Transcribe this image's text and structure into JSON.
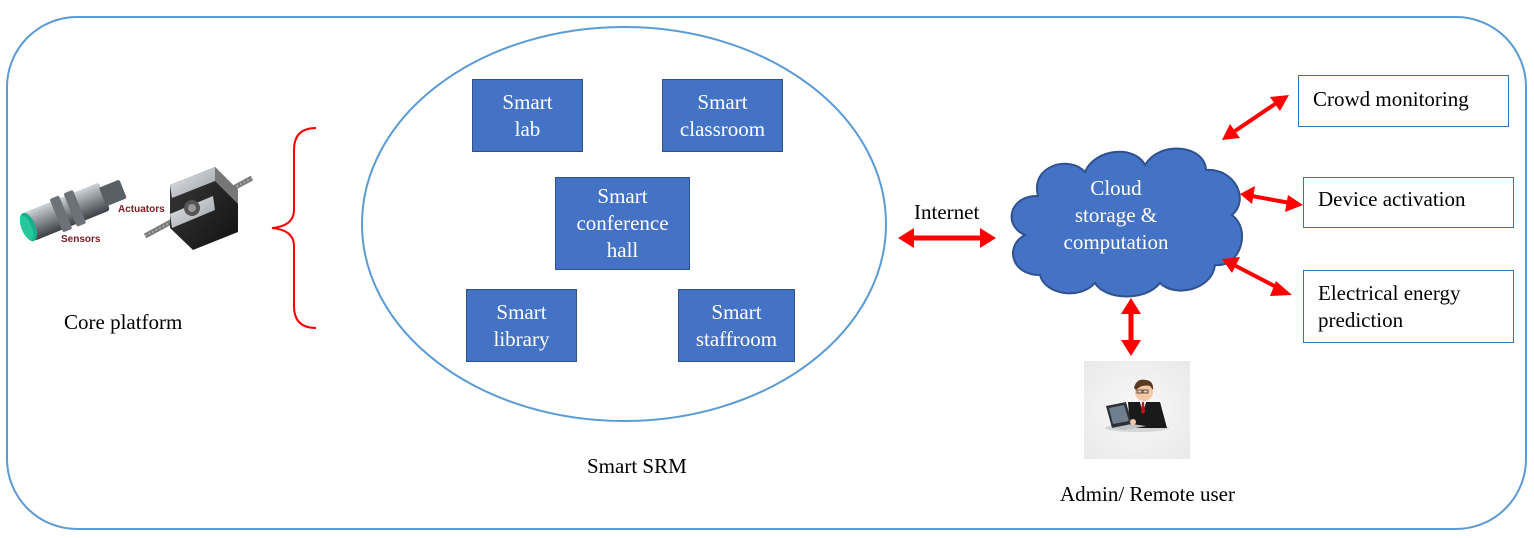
{
  "colors": {
    "frame": "#5b9bd5",
    "box_fill": "#4472c4",
    "box_border": "#2f528f",
    "arrow": "#ff0000",
    "brace": "#ff0000",
    "hardware_label": "#7b1a22"
  },
  "core": {
    "sensors_label": "Sensors",
    "actuators_label": "Actuators",
    "platform_label": "Core platform"
  },
  "campus": {
    "label": "Smart SRM",
    "boxes": [
      {
        "key": "lab",
        "label": "Smart\nlab"
      },
      {
        "key": "classroom",
        "label": "Smart\nclassroom"
      },
      {
        "key": "conference",
        "label": "Smart\nconference\nhall"
      },
      {
        "key": "library",
        "label": "Smart\nlibrary"
      },
      {
        "key": "staffroom",
        "label": "Smart\nstaffroom"
      }
    ]
  },
  "link": {
    "label": "Internet"
  },
  "cloud": {
    "label": "Cloud\nstorage &\ncomputation"
  },
  "services": [
    {
      "key": "crowd",
      "label": "Crowd monitoring"
    },
    {
      "key": "device",
      "label": "Device activation"
    },
    {
      "key": "energy",
      "label": "Electrical energy\nprediction"
    }
  ],
  "user": {
    "label": "Admin/ Remote user",
    "icon": "person-at-laptop-icon"
  }
}
